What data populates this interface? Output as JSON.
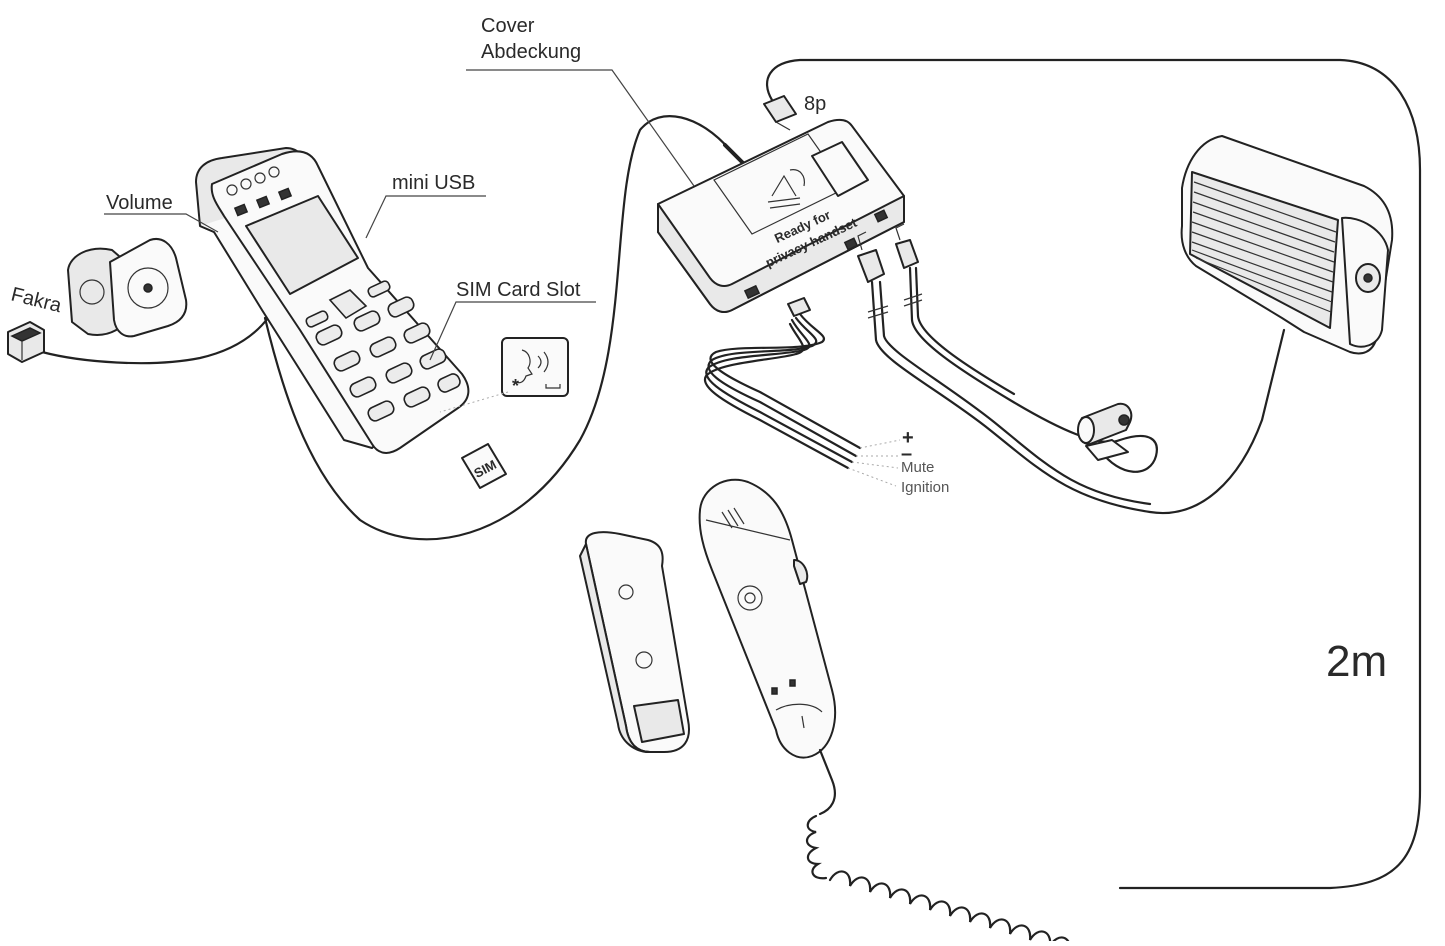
{
  "labels": {
    "cover": "Cover",
    "abdeckung": "Abdeckung",
    "port_8p": "8p",
    "volume": "Volume",
    "mini_usb": "mini USB",
    "fakra": "Fakra",
    "sim_card_slot": "SIM Card Slot",
    "sim_tag": "SIM",
    "box_text_line1": "Ready for",
    "box_text_line2": "privacy handset",
    "plus": "+",
    "minus": "–",
    "mute": "Mute",
    "ignition": "Ignition",
    "cable_length": "2m"
  }
}
